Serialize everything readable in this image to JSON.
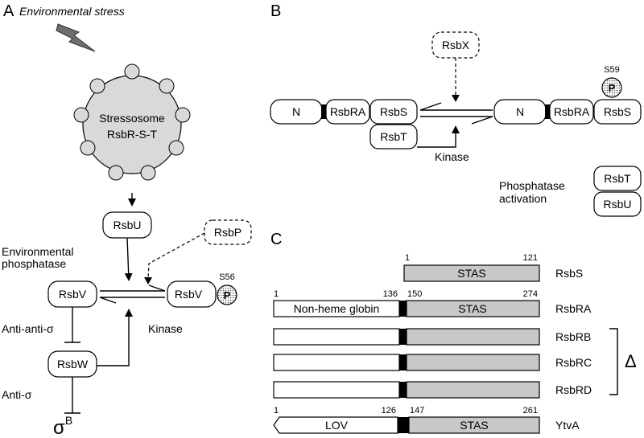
{
  "panel_a": {
    "label": "A",
    "stress": "Environmental stress",
    "stressosome_line1": "Stressosome",
    "stressosome_line2": "RsbR-S-T",
    "rsbu": "RsbU",
    "rsbp": "RsbP",
    "env_phosphatase_line1": "Environmental",
    "env_phosphatase_line2": "phosphatase",
    "rsbv_left": "RsbV",
    "rsbv_right": "RsbV",
    "site": "S56",
    "phospho": "P",
    "kinase": "Kinase",
    "anti_anti_sigma": "Anti-anti-σ",
    "rsbw": "RsbW",
    "anti_sigma": "Anti-σ",
    "sigma": "σ",
    "sigma_sup": "B"
  },
  "panel_b": {
    "label": "B",
    "rsbx": "RsbX",
    "n_left": "N",
    "rsbra_left": "RsbRA",
    "rsbs_left": "RsbS",
    "rsbt_left": "RsbT",
    "kinase": "Kinase",
    "n_right": "N",
    "rsbra_right": "RsbRA",
    "rsbs_right": "RsbS",
    "site": "S59",
    "phospho": "P",
    "phosphatase_line1": "Phosphatase",
    "phosphatase_line2": "activation",
    "rsbt_free": "RsbT",
    "rsbu_free": "RsbU"
  },
  "panel_c": {
    "label": "C",
    "delta": "Δ",
    "rows": [
      {
        "name": "RsbS",
        "n_label": "",
        "n_start": "",
        "n_end": "",
        "c_label": "STAS",
        "c_start": "1",
        "c_end": "121"
      },
      {
        "name": "RsbRA",
        "n_label": "Non-heme globin",
        "n_start": "1",
        "n_end": "136",
        "c_label": "STAS",
        "c_start": "150",
        "c_end": "274"
      },
      {
        "name": "RsbRB",
        "n_label": "",
        "n_start": "",
        "n_end": "",
        "c_label": "",
        "c_start": "",
        "c_end": ""
      },
      {
        "name": "RsbRC",
        "n_label": "",
        "n_start": "",
        "n_end": "",
        "c_label": "",
        "c_start": "",
        "c_end": ""
      },
      {
        "name": "RsbRD",
        "n_label": "",
        "n_start": "",
        "n_end": "",
        "c_label": "",
        "c_start": "",
        "c_end": ""
      },
      {
        "name": "YtvA",
        "n_label": "LOV",
        "n_start": "1",
        "n_end": "126",
        "c_label": "STAS",
        "c_start": "147",
        "c_end": "261"
      }
    ]
  }
}
